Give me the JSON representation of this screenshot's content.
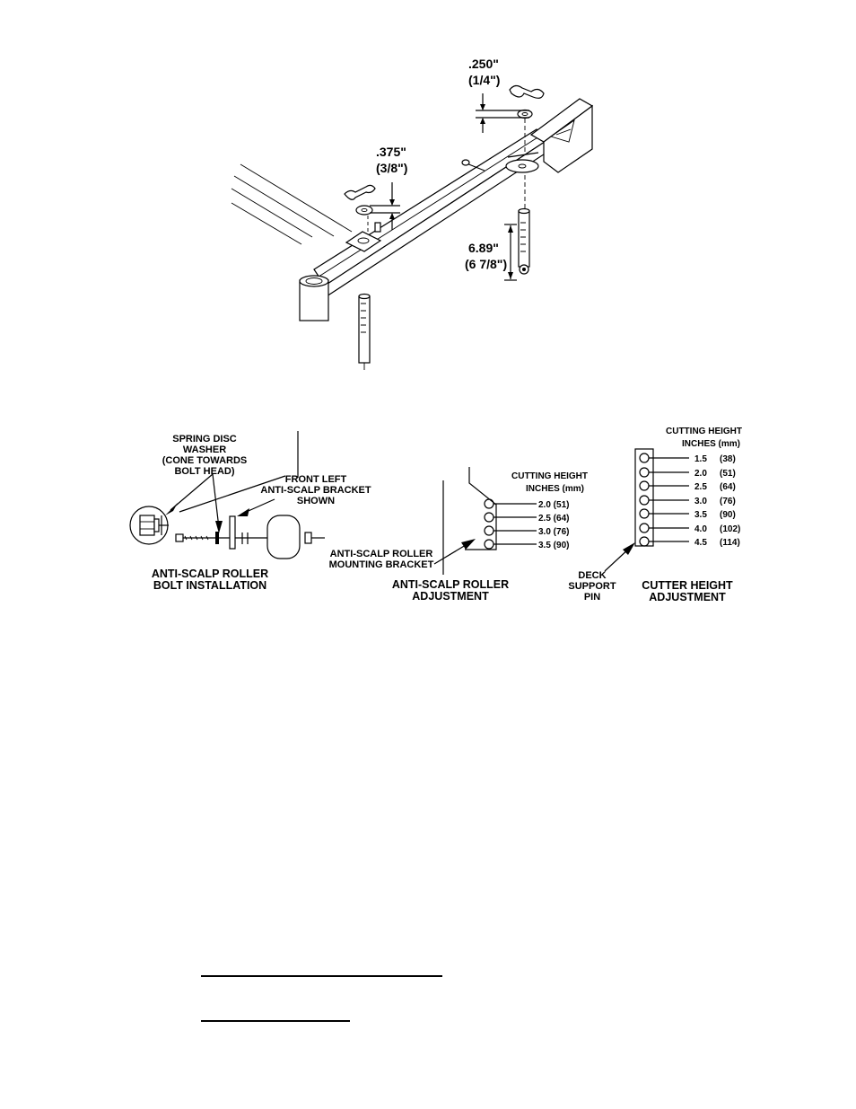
{
  "top_diagram": {
    "dim_quarter": {
      "value": ".250\"",
      "fraction": "(1/4\")"
    },
    "dim_three_eighths": {
      "value": ".375\"",
      "fraction": "(3/8\")"
    },
    "dim_pin": {
      "value": "6.89\"",
      "fraction": "(6 7/8\")"
    }
  },
  "bolt_installation": {
    "washer_label": [
      "SPRING DISC",
      "WASHER",
      "(CONE TOWARDS",
      "BOLT HEAD)"
    ],
    "bracket_label": [
      "FRONT LEFT",
      "ANTI-SCALP BRACKET",
      "SHOWN"
    ],
    "title": [
      "ANTI-SCALP ROLLER",
      "BOLT INSTALLATION"
    ]
  },
  "roller_adjustment": {
    "header": [
      "CUTTING HEIGHT",
      "INCHES  (mm)"
    ],
    "rows": [
      "2.0 (51)",
      "2.5 (64)",
      "3.0 (76)",
      "3.5 (90)"
    ],
    "bracket_label": [
      "ANTI-SCALP ROLLER",
      "MOUNTING BRACKET"
    ],
    "title": [
      "ANTI-SCALP ROLLER",
      "ADJUSTMENT"
    ]
  },
  "cutter_adjustment": {
    "header": [
      "CUTTING HEIGHT",
      "INCHES  (mm)"
    ],
    "rows": [
      {
        "inches": "1.5",
        "mm": "(38)"
      },
      {
        "inches": "2.0",
        "mm": "(51)"
      },
      {
        "inches": "2.5",
        "mm": "(64)"
      },
      {
        "inches": "3.0",
        "mm": "(76)"
      },
      {
        "inches": "3.5",
        "mm": "(90)"
      },
      {
        "inches": "4.0",
        "mm": "(102)"
      },
      {
        "inches": "4.5",
        "mm": "(114)"
      }
    ],
    "pin_label": [
      "DECK",
      "SUPPORT",
      "PIN"
    ],
    "title": [
      "CUTTER HEIGHT",
      "ADJUSTMENT"
    ]
  }
}
